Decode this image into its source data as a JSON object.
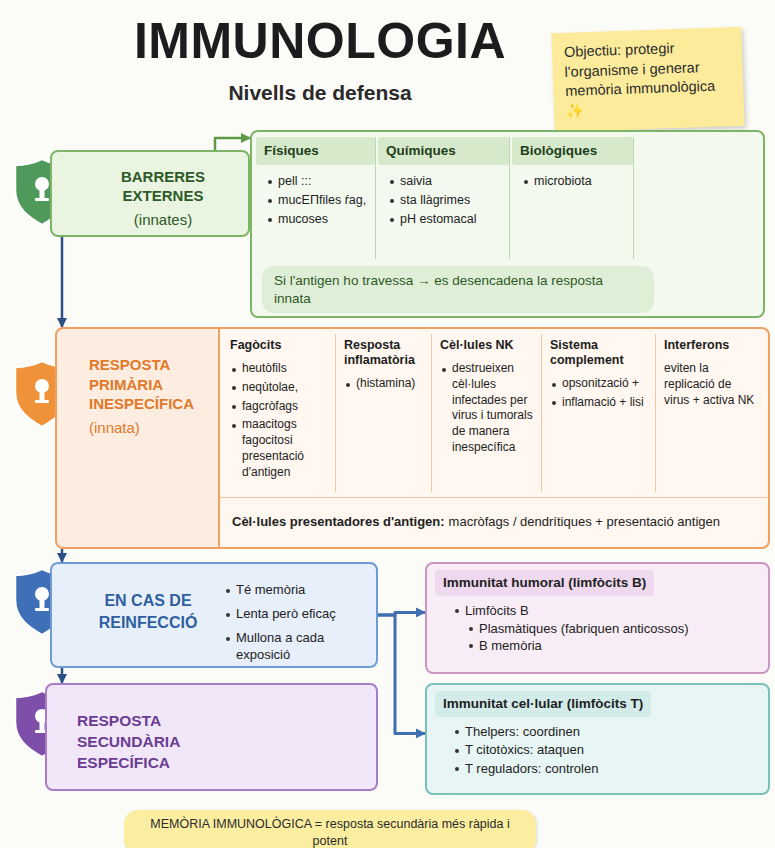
{
  "diagram": {
    "title": "IMMUNOLOGIA",
    "nodes": [
      {
        "text": [
          "Objectiu: protegir l'organisme i generar memòria immunològica ✨"
        ]
      },
      {
        "text": [
          "BARRERES EXTERNES",
          "(innates)"
        ]
      },
      {
        "text": [
          "Si l'antigen ho travessa → es desencadena la resposta innata"
        ]
      },
      {
        "text": [
          "Físiques",
          "pell :::",
          "mucEΠfiles ŕag,",
          "mucoses"
        ],
        "in": 2
      },
      {
        "text": [
          "Químiques",
          "saivia",
          "sta llàgrimes",
          "pH estomacal"
        ],
        "in": 2
      },
      {
        "text": [
          "Biològiques",
          "microbiota"
        ],
        "in": 2
      },
      {
        "text": [
          "RESPOSTA PRIMÀRIA INESPECÍFICA",
          "(innata)"
        ]
      },
      {
        "text": [
          "Cèl·lules presentadores d'antigen:",
          "macròfags / dendrítiques + presentació antigen"
        ]
      },
      {
        "text": [
          "Fagòcits",
          "heutòfils",
          "neqùtolae,",
          "fagcròfags",
          "maacitogs fagocitosi presentació d'antigen"
        ],
        "in": 7
      },
      {
        "text": [
          "Resposta inflamatòria",
          "(histamina)"
        ],
        "in": 7
      },
      {
        "text": [
          "Cèl·lules NK",
          "destrueixen cèl·lules infectades per virus i tumorals de manera inespecífica"
        ],
        "in": 7
      },
      {
        "text": [
          "Sistema complement",
          "opsonització +",
          "inflamació + lisi"
        ],
        "in": 7
      },
      {
        "text": [
          "Interferons",
          "eviten la replicació de virus + activa NK"
        ],
        "in": 7
      },
      {
        "text": [
          "EN CAS DE REINFECCIÓ",
          "Té memòria",
          "Lenta però eficaç",
          "Mullona a cada exposició"
        ]
      },
      {
        "text": [
          "RESPOSTA SECUNDÀRIA ESPECÍFICA"
        ]
      },
      {
        "text": [
          "Immunitat humoral (limfòcits B)",
          "Limfòcits B",
          "Plasmàtiques (fabriquen anticossos)",
          "B memòria"
        ]
      },
      {
        "text": [
          "Immunitat cel·lular (limfòcits T)",
          "Thelpers: coordinen",
          "T citotòxics: ataquen",
          "T reguladors: controlen"
        ]
      },
      {
        "text": [
          "MEMÒRIA IMMUNOLÒGICA = resposta secundària més ràpida i potent"
        ]
      }
    ],
    "edges": [
      {
        "from": 1,
        "to": 2,
        "arrow": "to"
      },
      {
        "from": 1,
        "to": 6,
        "arrow": "to"
      },
      {
        "from": 6,
        "to": 13,
        "arrow": "to"
      },
      {
        "from": 13,
        "to": 14,
        "arrow": "to"
      },
      {
        "from": 13,
        "to": 15,
        "arrow": "to"
      },
      {
        "from": 13,
        "to": 16,
        "arrow": "to"
      }
    ],
    "labels": [
      "Nivells de defensa"
    ]
  }
}
